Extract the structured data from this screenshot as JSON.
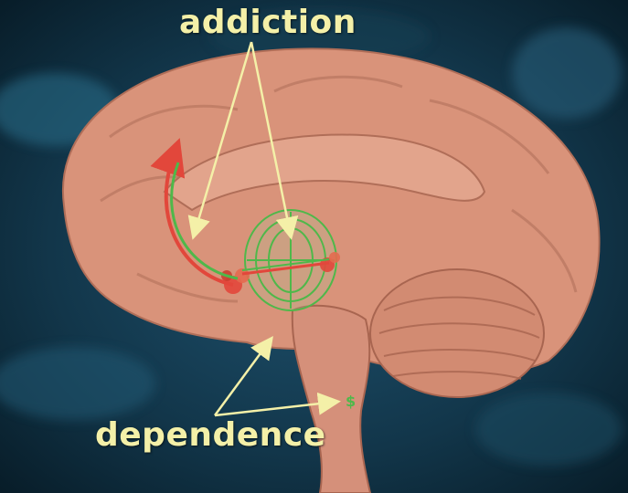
{
  "labels": {
    "top": "addiction",
    "bottom": "dependence"
  },
  "colors": {
    "background": "#0d2a3a",
    "brain": "#d9937a",
    "brain_shadow": "#b06e58",
    "label": "#f4f0a8",
    "pathway_red": "#e2473b",
    "pathway_green": "#4fb84a"
  },
  "icons": {
    "small_nucleus": "green-dollar-shaped-nucleus"
  }
}
